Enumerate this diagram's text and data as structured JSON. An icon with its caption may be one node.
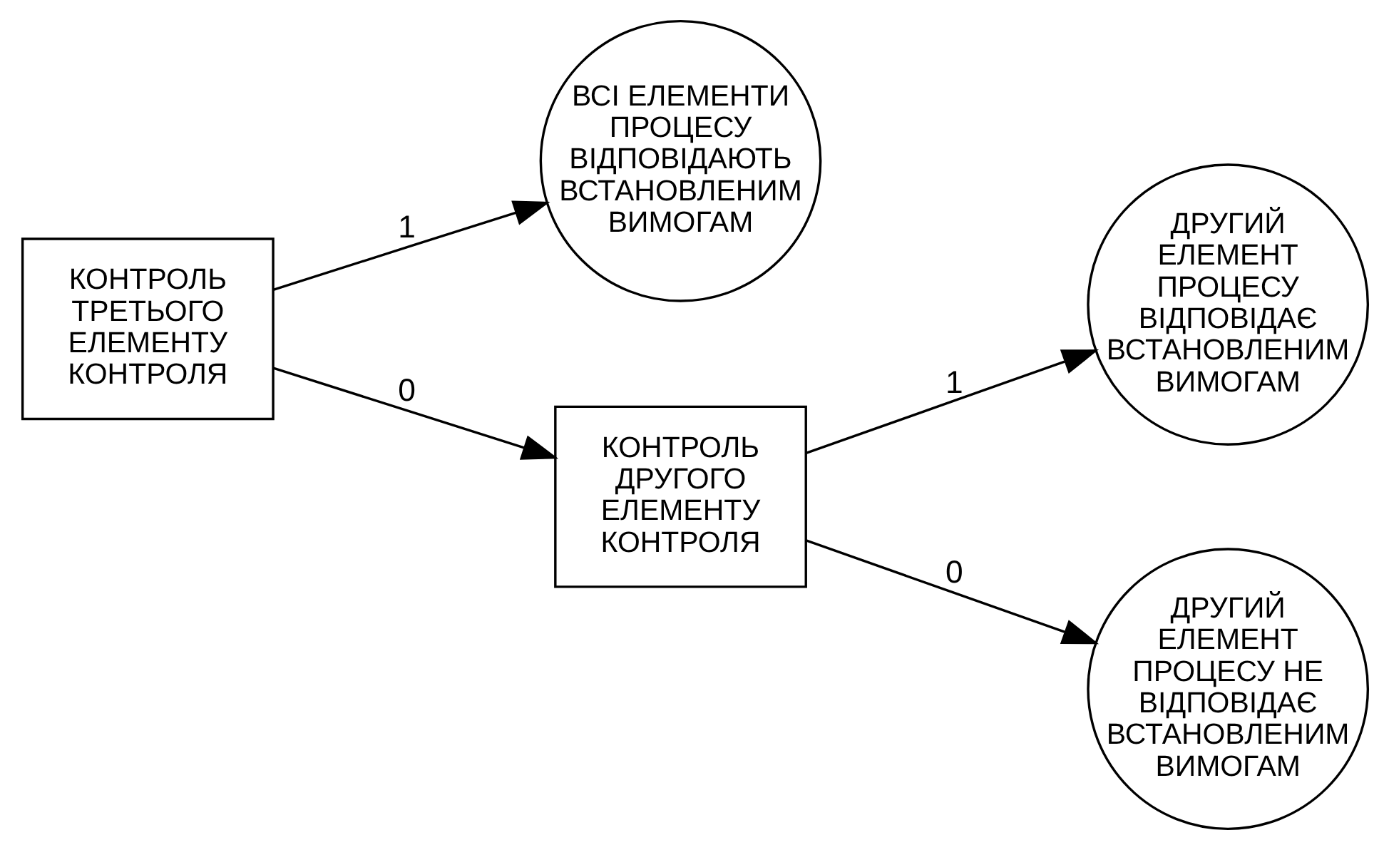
{
  "diagram": {
    "nodes": [
      {
        "text": [
          "КОНТРОЛЬ ТРЕТЬОГО ЕЛЕМЕНТУ КОНТРОЛЯ"
        ]
      },
      {
        "text": [
          "ВСІ ЕЛЕМЕНТИ ПРОЦЕСУ ВІДПОВІДАЮТЬ ВСТАНОВЛЕНИМ ВИМОГАМ"
        ]
      },
      {
        "text": [
          "КОНТРОЛЬ ДРУГОГО ЕЛЕМЕНТУ КОНТРОЛЯ"
        ]
      },
      {
        "text": [
          "ДРУГИЙ ЕЛЕМЕНТ ПРОЦЕСУ ВІДПОВІДАЄ ВСТАНОВЛЕНИМ ВИМОГАМ"
        ]
      },
      {
        "text": [
          "ДРУГИЙ ЕЛЕМЕНТ ПРОЦЕСУ НЕ ВІДПОВІДАЄ ВСТАНОВЛЕНИМ ВИМОГАМ"
        ]
      }
    ],
    "edges": [
      {
        "from": 0,
        "to": 1,
        "label": "1",
        "arrow": "to"
      },
      {
        "from": 0,
        "to": 2,
        "label": "0",
        "arrow": "to"
      },
      {
        "from": 2,
        "to": 3,
        "label": "1",
        "arrow": "to"
      },
      {
        "from": 2,
        "to": 4,
        "label": "0",
        "arrow": "to"
      }
    ]
  }
}
